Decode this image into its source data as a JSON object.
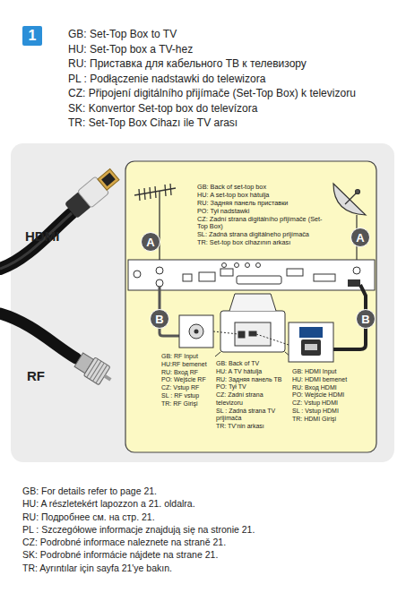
{
  "diagram": {
    "nodes": [
      {
        "text": [
          "1"
        ]
      },
      {
        "text": [
          "A"
        ]
      },
      {
        "text": [
          "A"
        ]
      },
      {
        "text": [
          "B"
        ]
      },
      {
        "text": [
          "B"
        ]
      }
    ],
    "labels": [
      "GB: Set-Top Box to TV",
      "HU: Set-Top box a TV-hez",
      "RU: Приставка для кабельного ТВ к телевизору",
      "PL : Podłączenie nadstawki do telewizora",
      "CZ: Připojení digitálního přijímače (Set-Top Box) k televizoru",
      "SK: Konvertor Set-top box do televízora",
      "TR: Set-Top Box Cihazı ile TV arası",
      "HDMI",
      "RF",
      "GB: Back of set-top box",
      "HU: A set-top box hátulja",
      "RU: Задняя панель приставки",
      "PO: Tył nadstawki",
      "CZ: Zadní strana digitálního přijímače (Set-Top Box)",
      "SL: Zadná strana digitálneho prijímača",
      "TR: Set-top box cihazının arkası",
      "GB: RF Input",
      "HU:RF bemenet",
      "RU: Вход RF",
      "PO: Wejście RF",
      "CZ: Vstup RF",
      "SL : RF vstup",
      "TR: RF Girişi",
      "GB: Back of TV",
      "HU: A TV hátulja",
      "RU: Задняя панель ТВ",
      "PO: Tył TV",
      "CZ: Zadní strana televizoru",
      "SL : Zadná strana TV prijímača",
      "TR: TV'nin arkası",
      "GB: HDMI Input",
      "HU: HDMI bemenet",
      "RU: Вход HDMI",
      "PO: Wejście HDMI",
      "CZ: Vstup HDMI",
      "SL : Vstup HDMI",
      "TR: HDMI Girişi",
      "GB: For details refer to page 21.",
      "HU: A részletekért lapozzon a 21. oldalra.",
      "RU: Подробнее см. на стр. 21.",
      "PL : Szczegółowe informacje znajdują się na stronie 21.",
      "CZ: Podrobné informace naleznete na straně 21.",
      "SK: Podrobné informácie nájdete na strane 21.",
      "TR: Ayrıntılar için sayfa 21'ye bakın."
    ]
  }
}
